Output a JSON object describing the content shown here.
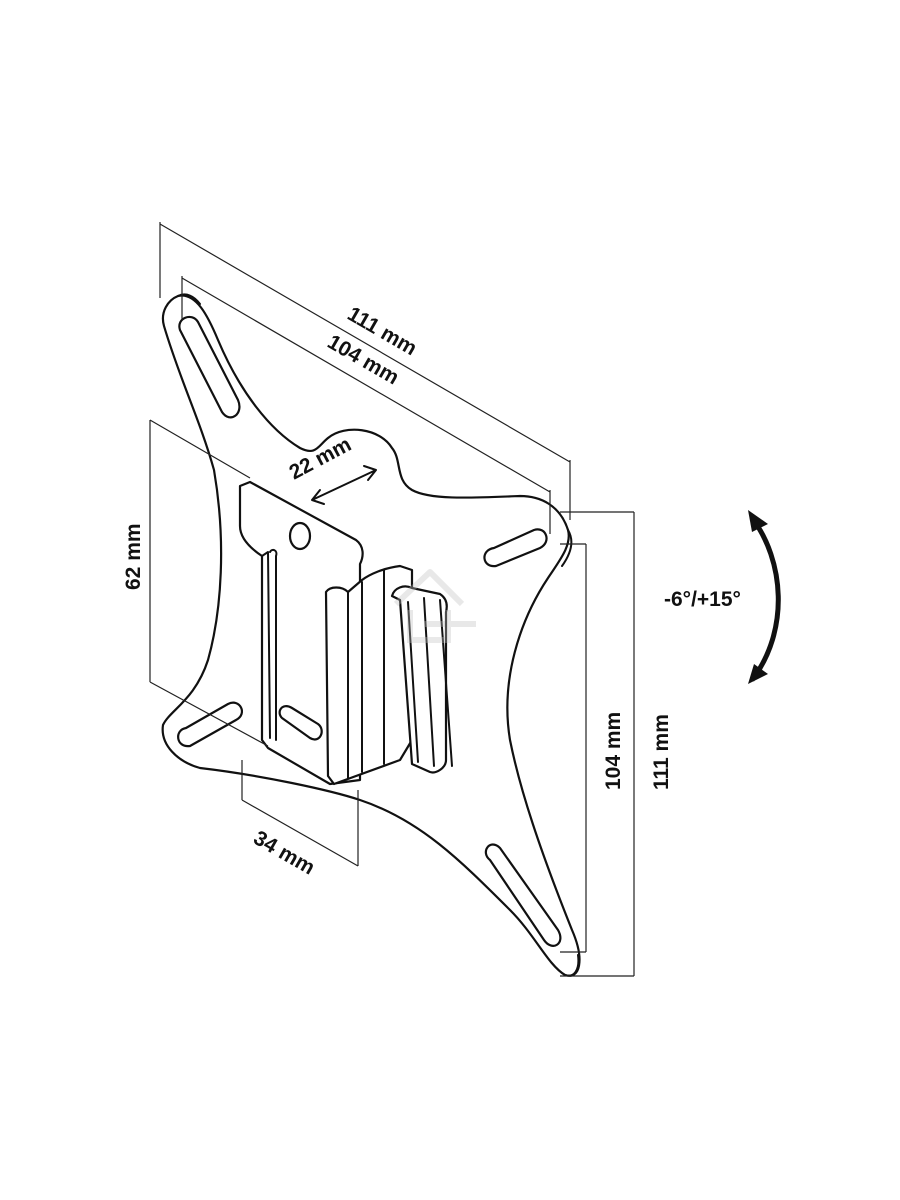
{
  "dimensions": {
    "outer_width": "111 mm",
    "inner_width": "104 mm",
    "depth": "22 mm",
    "bracket_height": "62 mm",
    "bracket_width": "34 mm",
    "inner_height": "104 mm",
    "outer_height": "111 mm"
  },
  "tilt": {
    "label": "-6°/+15°"
  },
  "colors": {
    "line": "#111111",
    "background": "#ffffff",
    "watermark": "#d9d9d9"
  }
}
